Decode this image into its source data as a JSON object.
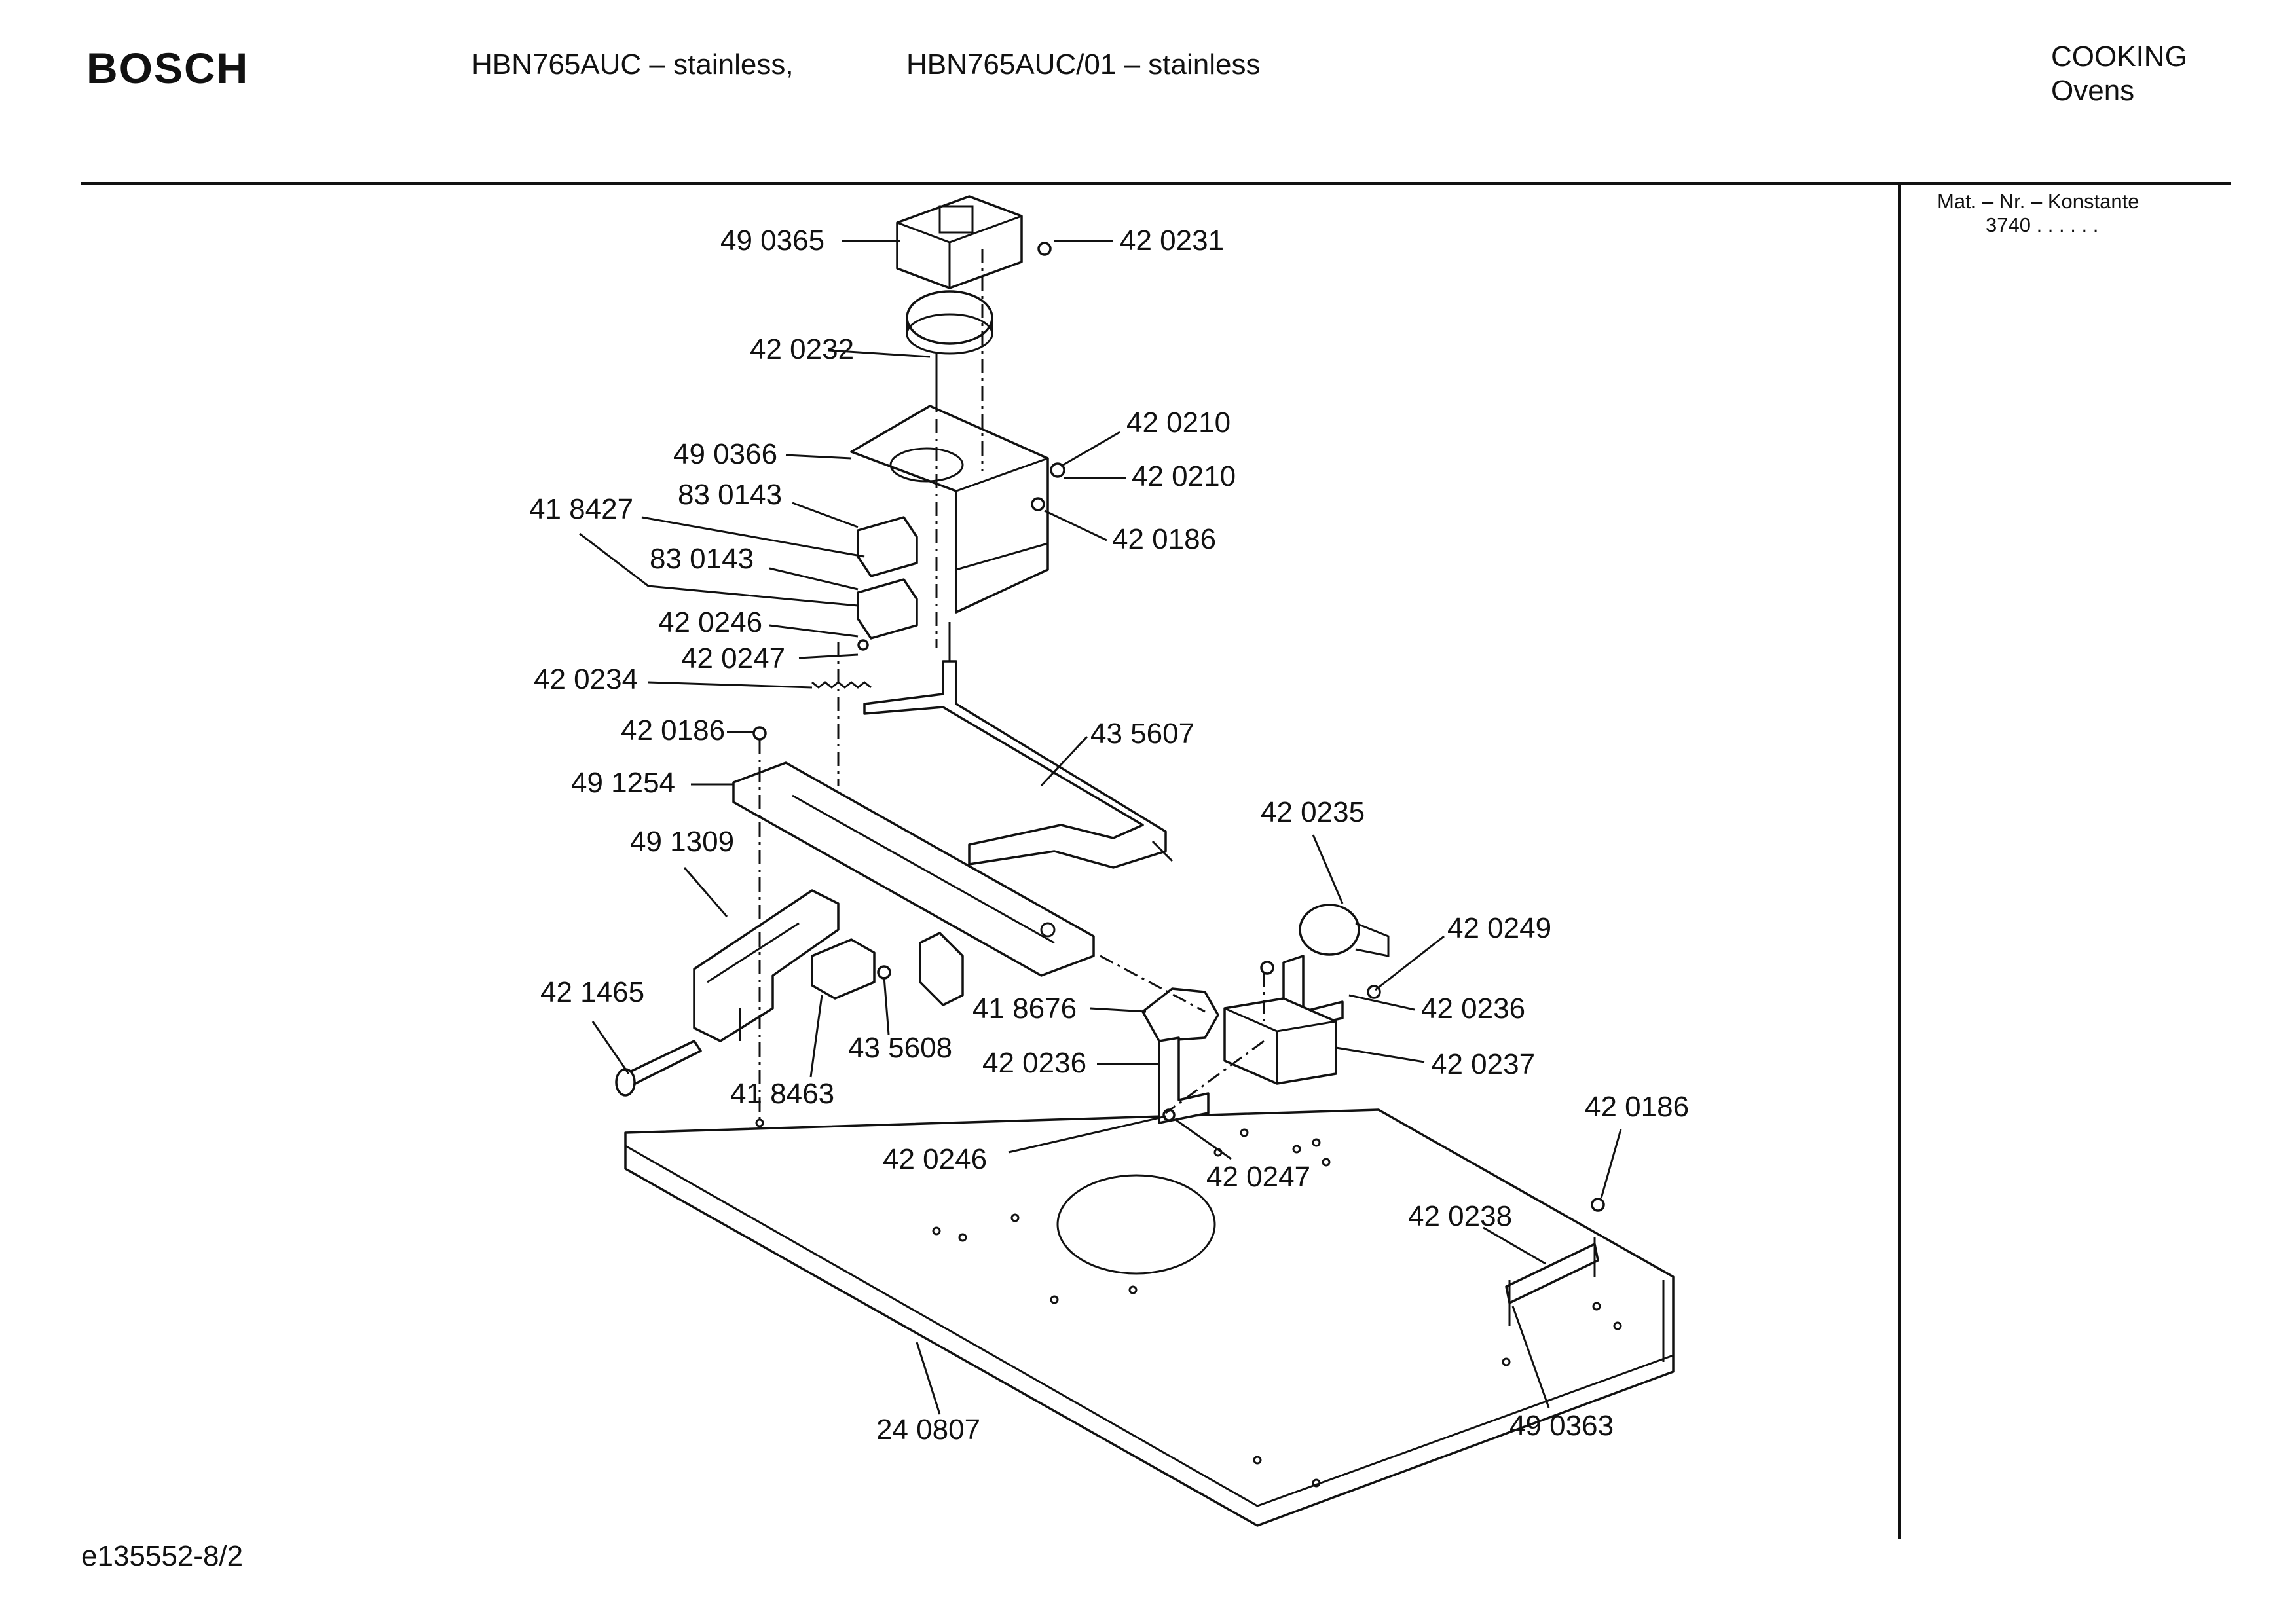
{
  "header": {
    "brand": "BOSCH",
    "model_primary": "HBN765AUC – stainless,",
    "model_secondary": "HBN765AUC/01 – stainless",
    "category": "COOKING",
    "subcategory": "Ovens"
  },
  "side_panel": {
    "mat_label": "Mat. – Nr. – Konstante",
    "mat_value": "3740 .  .  .  .  .  ."
  },
  "footer": {
    "document_id": "e135552-8/2"
  },
  "part_labels": [
    "49 0365",
    "42 0231",
    "42 0232",
    "42 0210",
    "42 0210",
    "49 0366",
    "83 0143",
    "41 8427",
    "42 0186",
    "83 0143",
    "42 0246",
    "42 0247",
    "42 0234",
    "42 0186",
    "43 5607",
    "49 1254",
    "42 0235",
    "49 1309",
    "42 0249",
    "42 1465",
    "41 8676",
    "42 0236",
    "43 5608",
    "42 0236",
    "42 0237",
    "41 8463",
    "42 0186",
    "42 0246",
    "42 0247",
    "42 0238",
    "24 0807",
    "49 0363"
  ]
}
